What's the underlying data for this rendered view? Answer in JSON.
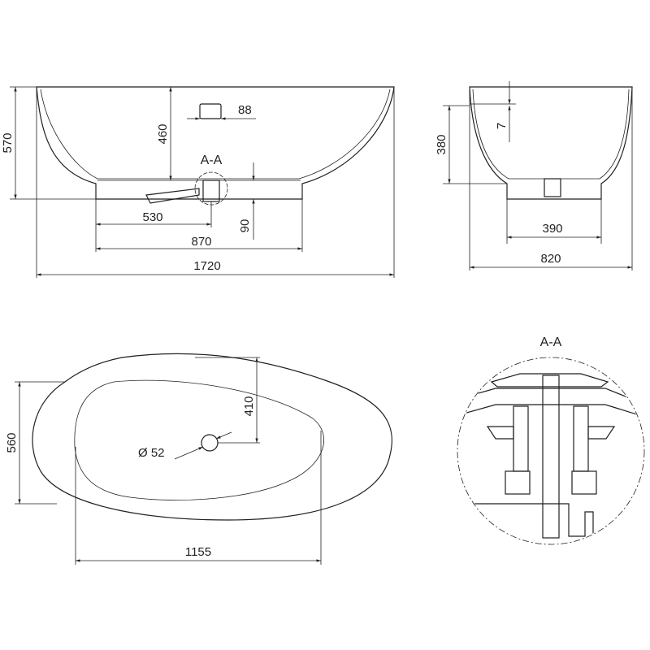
{
  "dimensions": {
    "height_total": "570",
    "inner_depth": "460",
    "overflow_width": "88",
    "drain_offset": "530",
    "base_length_front": "870",
    "base_height": "90",
    "total_length": "1720",
    "side_height": "380",
    "side_top_offset": "7",
    "side_base_width": "390",
    "side_total_width": "820",
    "top_width": "560",
    "drain_position": "410",
    "drain_diameter": "Ø 52",
    "inner_length": "1155"
  },
  "labels": {
    "section_marker": "A-A",
    "detail_title": "A-A"
  },
  "colors": {
    "line": "#231f20",
    "background": "#ffffff"
  }
}
